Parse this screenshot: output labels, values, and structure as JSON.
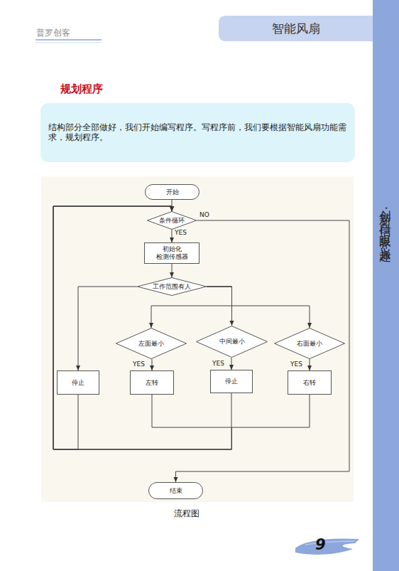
{
  "diagram": {
    "title": "规划程序",
    "caption": "流程图",
    "nodes": [
      {
        "text": [
          "智能风扇"
        ]
      },
      {
        "text": [
          "结构部分全部做好，我们开始编写程序。写程序前，我们要根据智能风扇功能需求，规划程序。"
        ]
      },
      {
        "text": [
          "开始"
        ]
      },
      {
        "text": [
          "条件循环"
        ]
      },
      {
        "text": [
          "初始化 检测传感器"
        ]
      },
      {
        "text": [
          "工作范围有人"
        ]
      },
      {
        "text": [
          "左面最小"
        ]
      },
      {
        "text": [
          "中间最小"
        ]
      },
      {
        "text": [
          "右面最小"
        ]
      },
      {
        "text": [
          "停止"
        ]
      },
      {
        "text": [
          "左转"
        ]
      },
      {
        "text": [
          "停止"
        ]
      },
      {
        "text": [
          "右转"
        ]
      },
      {
        "text": [
          "结束"
        ]
      },
      {
        "text": [
          "创新·自信·眼界·兴趣"
        ]
      }
    ],
    "edges": [
      {
        "from": 2,
        "to": 3,
        "arrow": "to"
      },
      {
        "from": 3,
        "to": 4,
        "label": "YES",
        "arrow": "to"
      },
      {
        "from": 4,
        "to": 5,
        "arrow": "to"
      },
      {
        "from": 5,
        "to": 9,
        "arrow": "to"
      },
      {
        "from": 5,
        "to": 6,
        "arrow": "to"
      },
      {
        "from": 5,
        "to": 7,
        "arrow": "to"
      },
      {
        "from": 5,
        "to": 8,
        "arrow": "to"
      },
      {
        "from": 6,
        "to": 10,
        "label": "YES",
        "arrow": "to"
      },
      {
        "from": 7,
        "to": 11,
        "label": "YES",
        "arrow": "to"
      },
      {
        "from": 8,
        "to": 12,
        "label": "YES",
        "arrow": "to"
      },
      {
        "from": 9,
        "to": 3,
        "arrow": "to"
      },
      {
        "from": 10,
        "to": 3,
        "arrow": "to"
      },
      {
        "from": 11,
        "to": 3,
        "arrow": "to"
      },
      {
        "from": 12,
        "to": 3,
        "arrow": "to"
      },
      {
        "from": 3,
        "to": 13,
        "label": "NO",
        "arrow": "to"
      }
    ],
    "labels": [
      "普罗创客",
      "9"
    ]
  }
}
